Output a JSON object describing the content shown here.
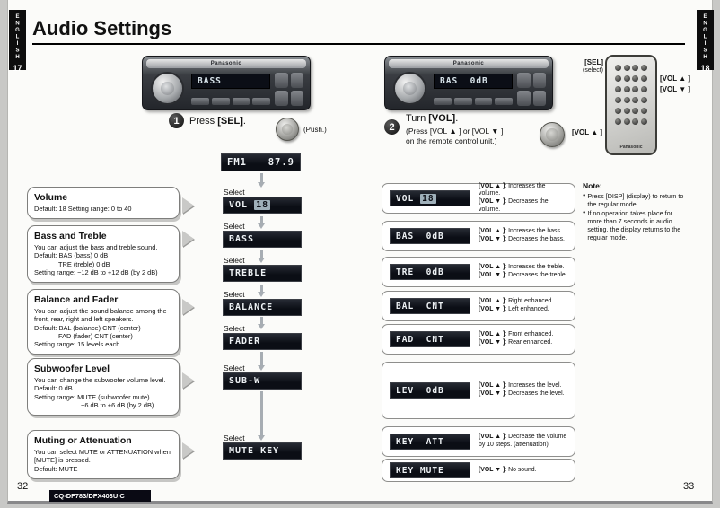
{
  "page": {
    "title": "Audio Settings",
    "left_tab": {
      "lang": "ENGLISH",
      "page_no": "17"
    },
    "right_tab": {
      "lang": "ENGLISH",
      "page_no": "18"
    },
    "page_left": "32",
    "page_right": "33",
    "footer_model": "CQ-DF783/DFX403U C"
  },
  "head_units": {
    "brand": "Panasonic",
    "left_display": "BASS",
    "right_display": "BAS  0dB"
  },
  "steps": {
    "step1": {
      "num": "1",
      "pre": "Press ",
      "key": "[SEL]",
      "post": ".",
      "knob_caption": "(Push.)"
    },
    "step2": {
      "num": "2",
      "pre": "Turn ",
      "key": "[VOL]",
      "post": ".",
      "sub1": "(Press [VOL ▲ ] or [VOL ▼ ]",
      "sub2": "on the remote control unit.)",
      "knob_label": "[VOL ▲ ]"
    }
  },
  "remote": {
    "brand": "Panasonic",
    "sel_key": "[SEL]",
    "sel_sub": "(select)",
    "vol_up": "[VOL ▲ ]",
    "vol_down": "[VOL ▼ ]"
  },
  "radio": {
    "band": "FM1",
    "freq": "87.9"
  },
  "flow": {
    "select_label": "Select",
    "items": [
      {
        "text": "VOL",
        "value": "18"
      },
      {
        "text": "BASS"
      },
      {
        "text": "TREBLE"
      },
      {
        "text": "BALANCE"
      },
      {
        "text": "FADER"
      },
      {
        "text": "SUB-W"
      },
      {
        "text": "MUTE KEY"
      }
    ]
  },
  "info_boxes": [
    {
      "title": "Volume",
      "lines": [
        "Default: 18 Setting range: 0 to 40"
      ]
    },
    {
      "title": "Bass and Treble",
      "lines": [
        "You can adjust the bass and treble sound.",
        "Default: BAS (bass) 0 dB",
        "TRE (treble) 0 dB",
        "Setting range: −12 dB to +12 dB (by 2 dB)"
      ]
    },
    {
      "title": "Balance and Fader",
      "lines": [
        "You can adjust the sound balance among the front, rear, right and left speakers.",
        "Default: BAL (balance) CNT (center)",
        "FAD (fader) CNT (center)",
        "Setting range: 15 levels each"
      ]
    },
    {
      "title": "Subwoofer Level",
      "lines": [
        "You can change the subwoofer volume level.",
        "Default: 0 dB",
        "Setting range: MUTE (subwoofer mute)",
        "−6 dB to +6 dB (by 2 dB)"
      ]
    },
    {
      "title": "Muting or Attenuation",
      "lines": [
        "You can select MUTE or ATTENUATION when [MUTE] is pressed.",
        "Default: MUTE"
      ]
    }
  ],
  "results": [
    {
      "display": "VOL",
      "value": "18",
      "actions": [
        {
          "key": "[VOL ▲ ]",
          "desc": ": Increases the volume."
        },
        {
          "key": "[VOL ▼ ]",
          "desc": ": Decreases the volume."
        }
      ]
    },
    {
      "display": "BAS  0dB",
      "actions": [
        {
          "key": "[VOL ▲ ]",
          "desc": ": Increases the bass."
        },
        {
          "key": "[VOL ▼ ]",
          "desc": ": Decreases the bass."
        }
      ]
    },
    {
      "display": "TRE  0dB",
      "actions": [
        {
          "key": "[VOL ▲ ]",
          "desc": ": Increases the treble."
        },
        {
          "key": "[VOL ▼ ]",
          "desc": ": Decreases the treble."
        }
      ]
    },
    {
      "display": "BAL  CNT",
      "actions": [
        {
          "key": "[VOL ▲ ]",
          "desc": ": Right enhanced."
        },
        {
          "key": "[VOL ▼ ]",
          "desc": ": Left enhanced."
        }
      ]
    },
    {
      "display": "FAD  CNT",
      "actions": [
        {
          "key": "[VOL ▲ ]",
          "desc": ": Front enhanced."
        },
        {
          "key": "[VOL ▼ ]",
          "desc": ": Rear enhanced."
        }
      ]
    },
    {
      "display": "LEV  0dB",
      "actions": [
        {
          "key": "[VOL ▲ ]",
          "desc": ": Increases the level."
        },
        {
          "key": "[VOL ▼ ]",
          "desc": ": Decreases the level."
        }
      ]
    },
    {
      "display": "KEY  ATT",
      "actions": [
        {
          "key": "[VOL ▲ ]",
          "desc": ": Decrease the volume by 10 steps. (attenuation)"
        }
      ]
    },
    {
      "display": "KEY MUTE",
      "actions": [
        {
          "key": "[VOL ▼ ]",
          "desc": ": No sound."
        }
      ]
    }
  ],
  "note": {
    "title": "Note:",
    "bullet": "●",
    "items": [
      "Press [DISP] (display) to return to the regular mode.",
      "If no operation takes place for more than 7 seconds in audio setting, the display returns to the regular mode."
    ]
  }
}
